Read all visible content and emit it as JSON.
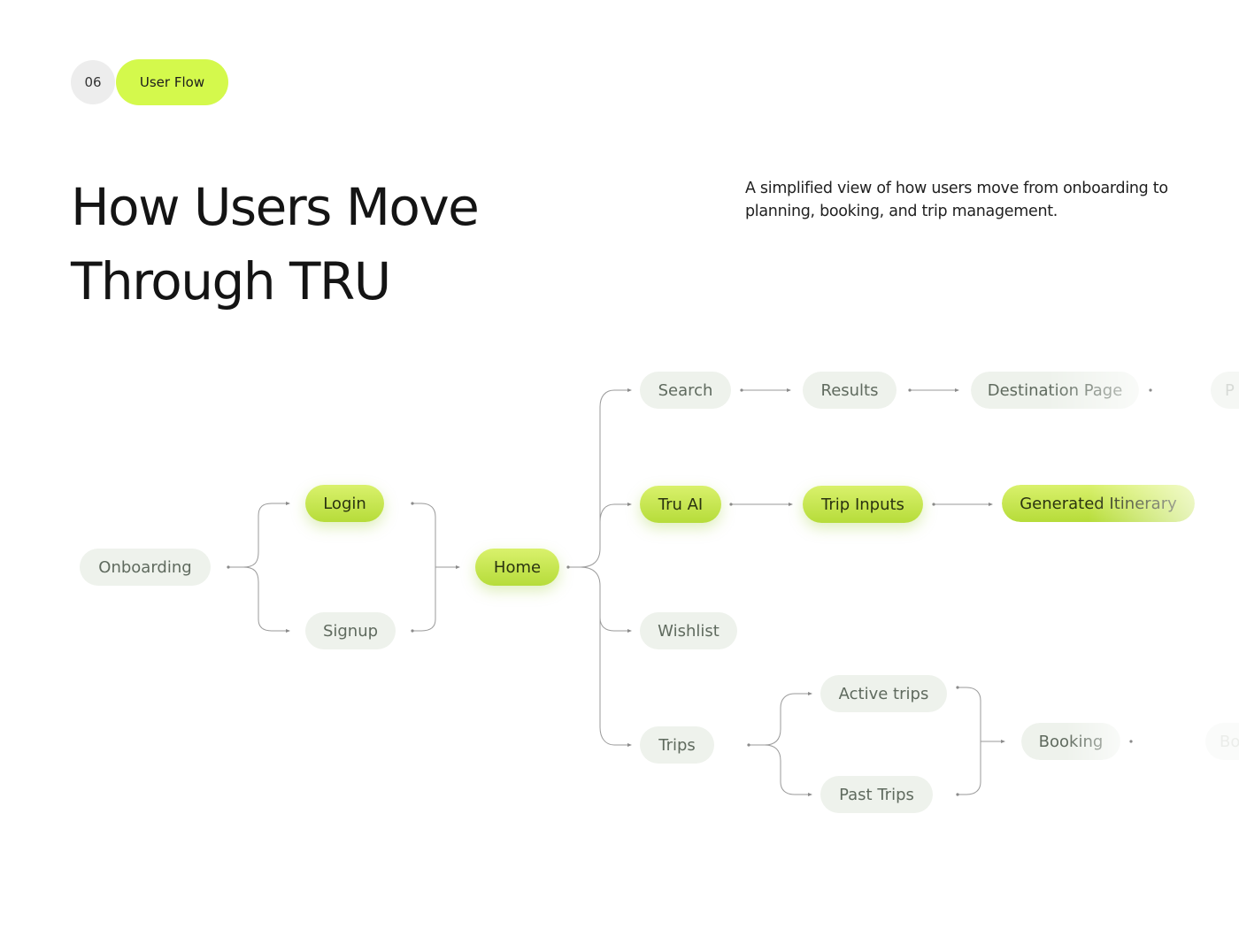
{
  "section": {
    "number": "06",
    "label": "User Flow"
  },
  "title": {
    "line1": "How Users Move",
    "line2": "Through TRU"
  },
  "subtitle": "A simplified view of how users move from onboarding to planning, booking, and trip management.",
  "colors": {
    "accent": "#d4f94c",
    "node_bg": "#eef2ec",
    "node_text": "#5f6a5e",
    "connector": "#9a9a9a"
  },
  "nodes": {
    "onboarding": "Onboarding",
    "login": "Login",
    "signup": "Signup",
    "home": "Home",
    "search": "Search",
    "results": "Results",
    "destination_page": "Destination Page",
    "tru_ai": "Tru AI",
    "trip_inputs": "Trip Inputs",
    "generated_itinerary": "Generated Itinerary",
    "wishlist": "Wishlist",
    "trips": "Trips",
    "active_trips": "Active trips",
    "past_trips": "Past Trips",
    "booking": "Booking",
    "cut_off_1": "P",
    "cut_off_2": "Bo"
  }
}
